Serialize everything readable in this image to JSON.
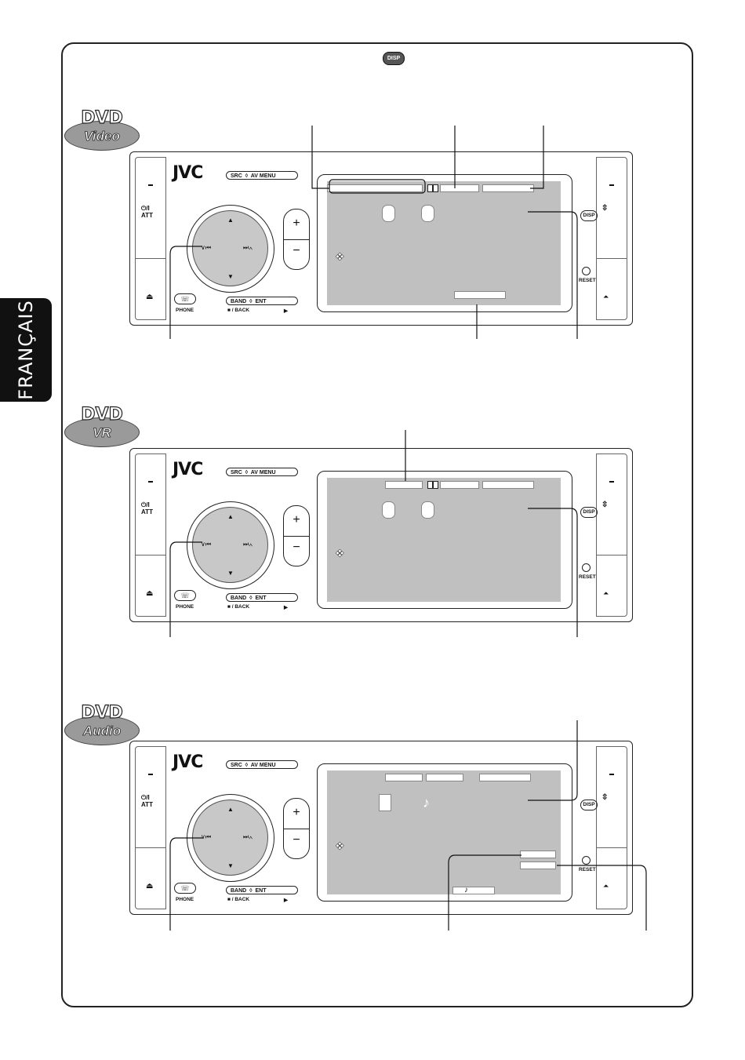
{
  "language_tab": "FRANÇAIS",
  "disp_icon_label": "DISP",
  "badges": [
    {
      "line1": "DVD",
      "line2": "Video"
    },
    {
      "line1": "DVD",
      "line2": "VR"
    },
    {
      "line1": "DVD",
      "line2": "Audio"
    }
  ],
  "unit": {
    "logo": "JVC",
    "src_label": "SRC",
    "av_menu_label": "AV MENU",
    "band_label": "BAND",
    "ent_label": "ENT",
    "back_label": "■ / BACK",
    "play_symbol": "▶",
    "phone_label": "PHONE",
    "power_label": "⏻/I",
    "att_label": "ATT",
    "disp_label": "DISP",
    "reset_label": "RESET",
    "vol_plus": "+",
    "vol_minus": "−",
    "dial_up": "▲",
    "dial_down": "▼",
    "dial_left": "∨⏮",
    "dial_right": "⏭∧",
    "music_note": "♪",
    "dash": "–",
    "eject_symbol": "⏏"
  },
  "colors": {
    "lcd": "#c0c0c0",
    "badge_disc": "#9a9a9a",
    "tab": "#111111"
  }
}
